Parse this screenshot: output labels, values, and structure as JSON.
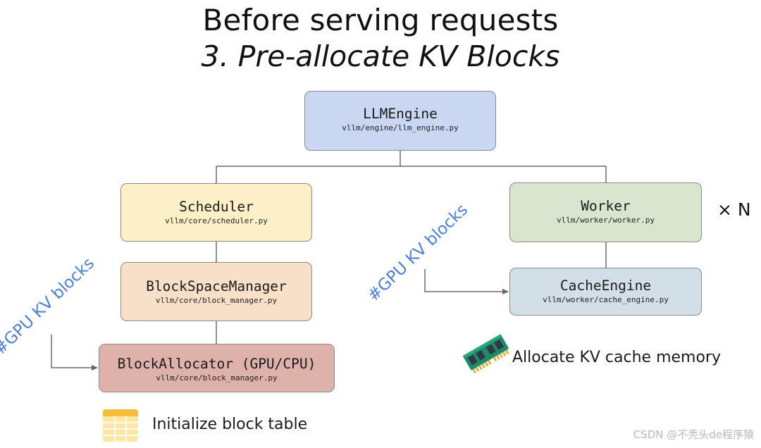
{
  "title": {
    "line1": "Before serving requests",
    "line2": "3. Pre-allocate KV Blocks"
  },
  "nodes": {
    "llm_engine": {
      "name": "LLMEngine",
      "path": "vllm/engine/llm_engine.py",
      "color": "#c9d7f3"
    },
    "scheduler": {
      "name": "Scheduler",
      "path": "vllm/core/scheduler.py",
      "color": "#fdf0c6"
    },
    "block_space_manager": {
      "name": "BlockSpaceManager",
      "path": "vllm/core/block_manager.py",
      "color": "#f8dfc7"
    },
    "block_allocator": {
      "name": "BlockAllocator (GPU/CPU)",
      "path": "vllm/core/block_manager.py",
      "color": "#deb2aa"
    },
    "worker": {
      "name": "Worker",
      "path": "vllm/worker/worker.py",
      "color": "#d8e6cf"
    },
    "cache_engine": {
      "name": "CacheEngine",
      "path": "vllm/worker/cache_engine.py",
      "color": "#d3dfe6"
    }
  },
  "worker_multiplier": "× N",
  "annotations": {
    "left_rotated": "#GPU KV blocks",
    "right_rotated": "#GPU KV blocks",
    "block_table": "Initialize block table",
    "cache_memory": "Allocate KV cache memory"
  },
  "icons": {
    "table": "spreadsheet-table-icon",
    "memory": "ram-module-icon"
  },
  "accent_color": "#4e7fd8",
  "watermark": "CSDN @不秃头de程序猿"
}
